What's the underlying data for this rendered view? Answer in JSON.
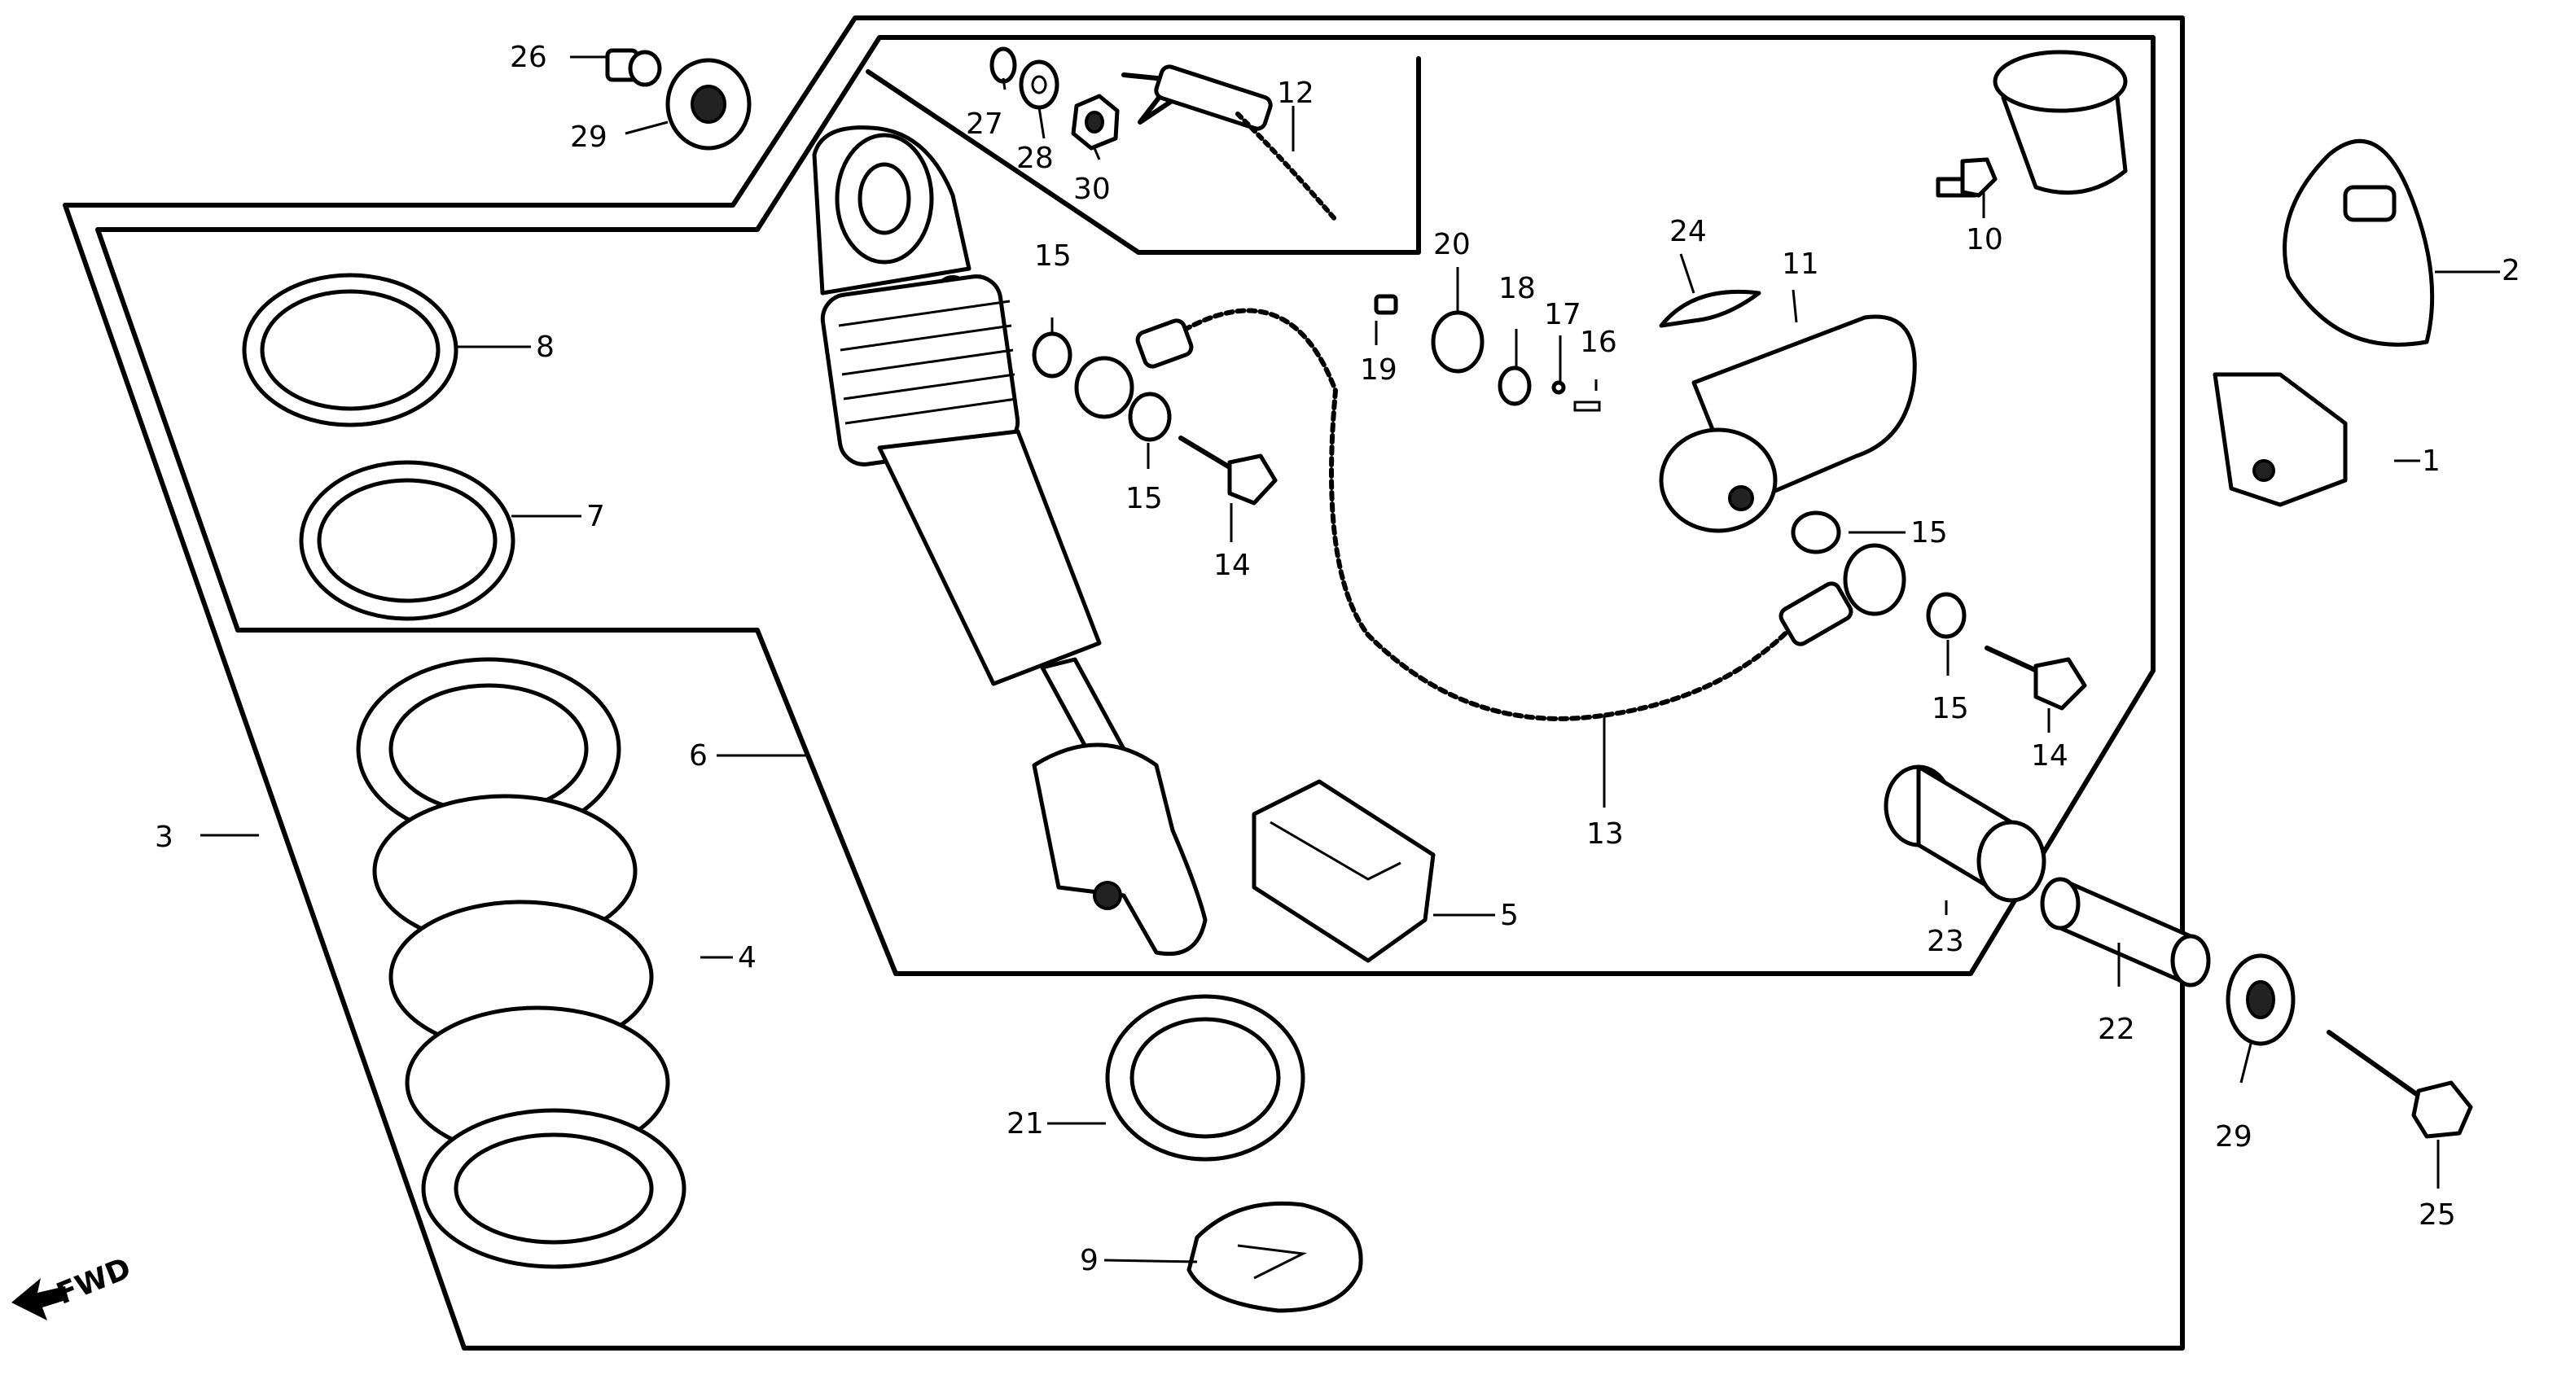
{
  "diagram": {
    "fwd_label": "FWD",
    "callouts": {
      "c1": "1",
      "c2": "2",
      "c3": "3",
      "c4": "4",
      "c5": "5",
      "c6": "6",
      "c7": "7",
      "c8": "8",
      "c9": "9",
      "c10": "10",
      "c11": "11",
      "c12": "12",
      "c13": "13",
      "c14a": "14",
      "c14b": "14",
      "c15a": "15",
      "c15b": "15",
      "c15c": "15",
      "c15d": "15",
      "c16": "16",
      "c17": "17",
      "c18": "18",
      "c19": "19",
      "c20": "20",
      "c21": "21",
      "c22": "22",
      "c23": "23",
      "c24": "24",
      "c25": "25",
      "c26": "26",
      "c27": "27",
      "c28": "28",
      "c29a": "29",
      "c29b": "29",
      "c30": "30"
    }
  }
}
